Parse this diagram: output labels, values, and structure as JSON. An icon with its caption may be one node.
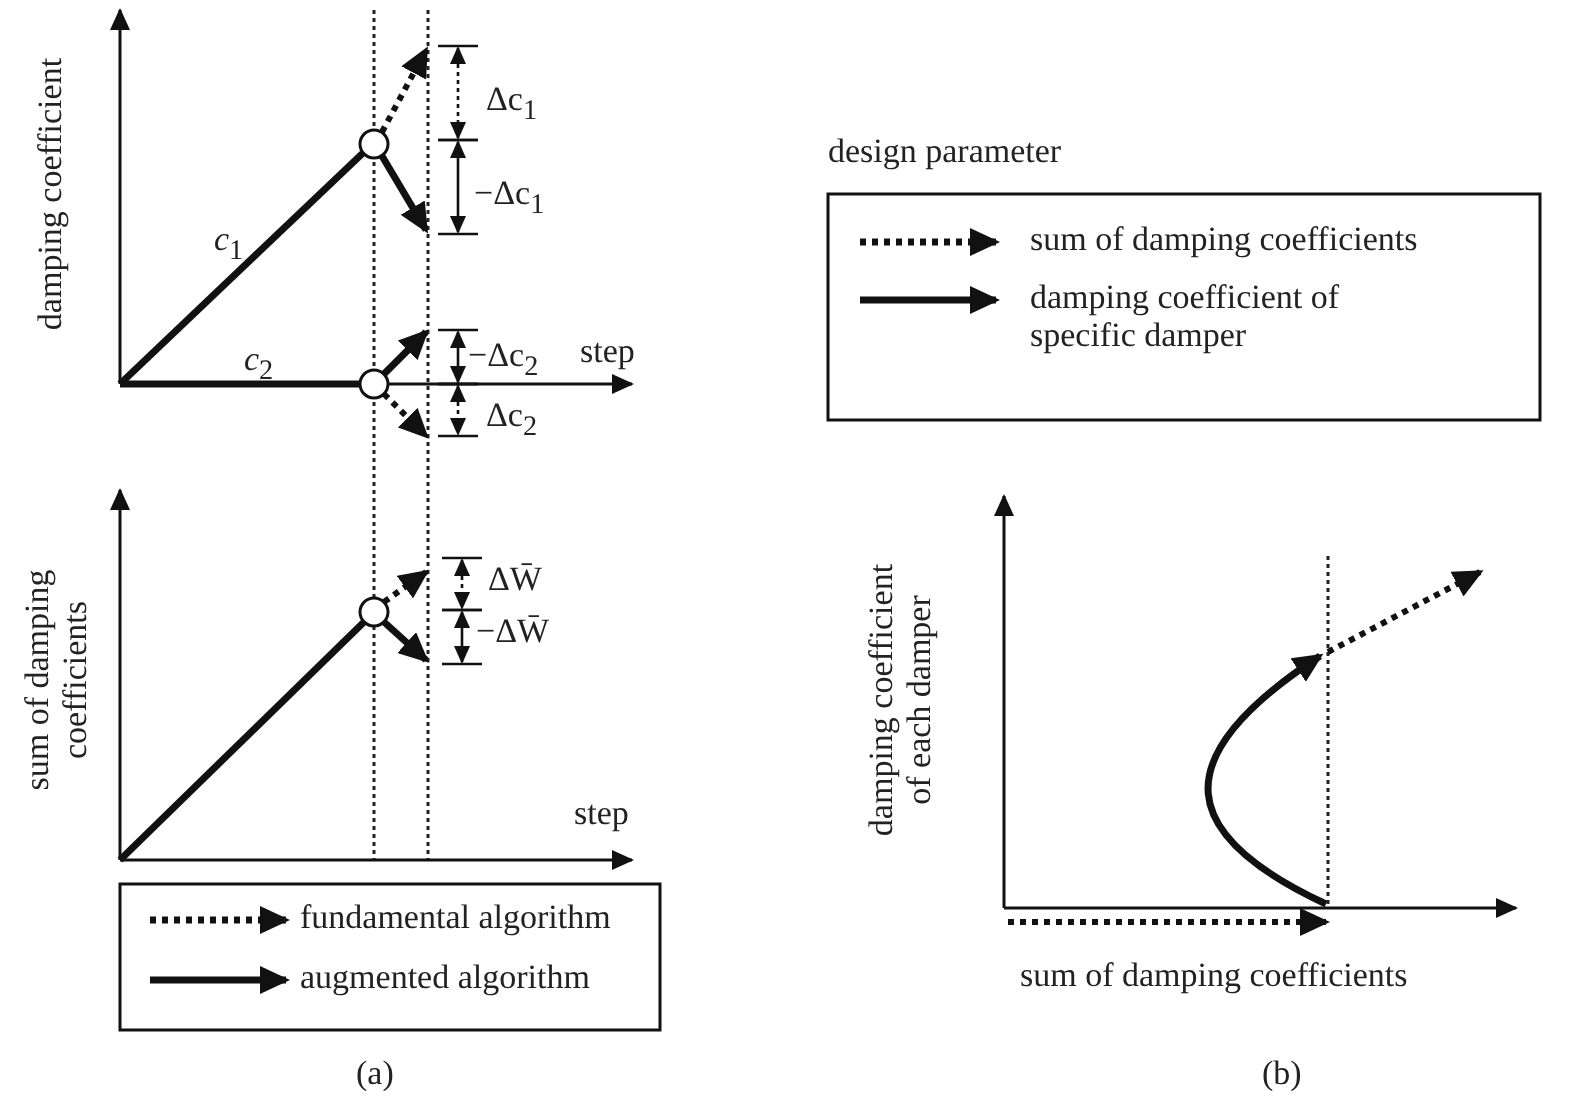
{
  "diagram": {
    "labels": [
      "damping coefficient",
      "Δc$_{1}$",
      "−Δc$_{1}$",
      "*c*$_{1}$",
      "*c*$_{2}$",
      "−Δc$_{2}$",
      "step",
      "Δc$_{2}$",
      "sum of damping coefficients",
      "ΔW̄",
      "−ΔW̄",
      "step",
      "(a)",
      "design parameter",
      "damping coefficient of each damper",
      "sum of damping coefficients",
      "(b)"
    ],
    "legend": [
      {
        "text": "fundamental algorithm"
      },
      {
        "text": "augmented algorithm"
      },
      {
        "text": "sum of damping coefficients"
      },
      {
        "text": "damping coefficient of specific damper"
      }
    ]
  }
}
